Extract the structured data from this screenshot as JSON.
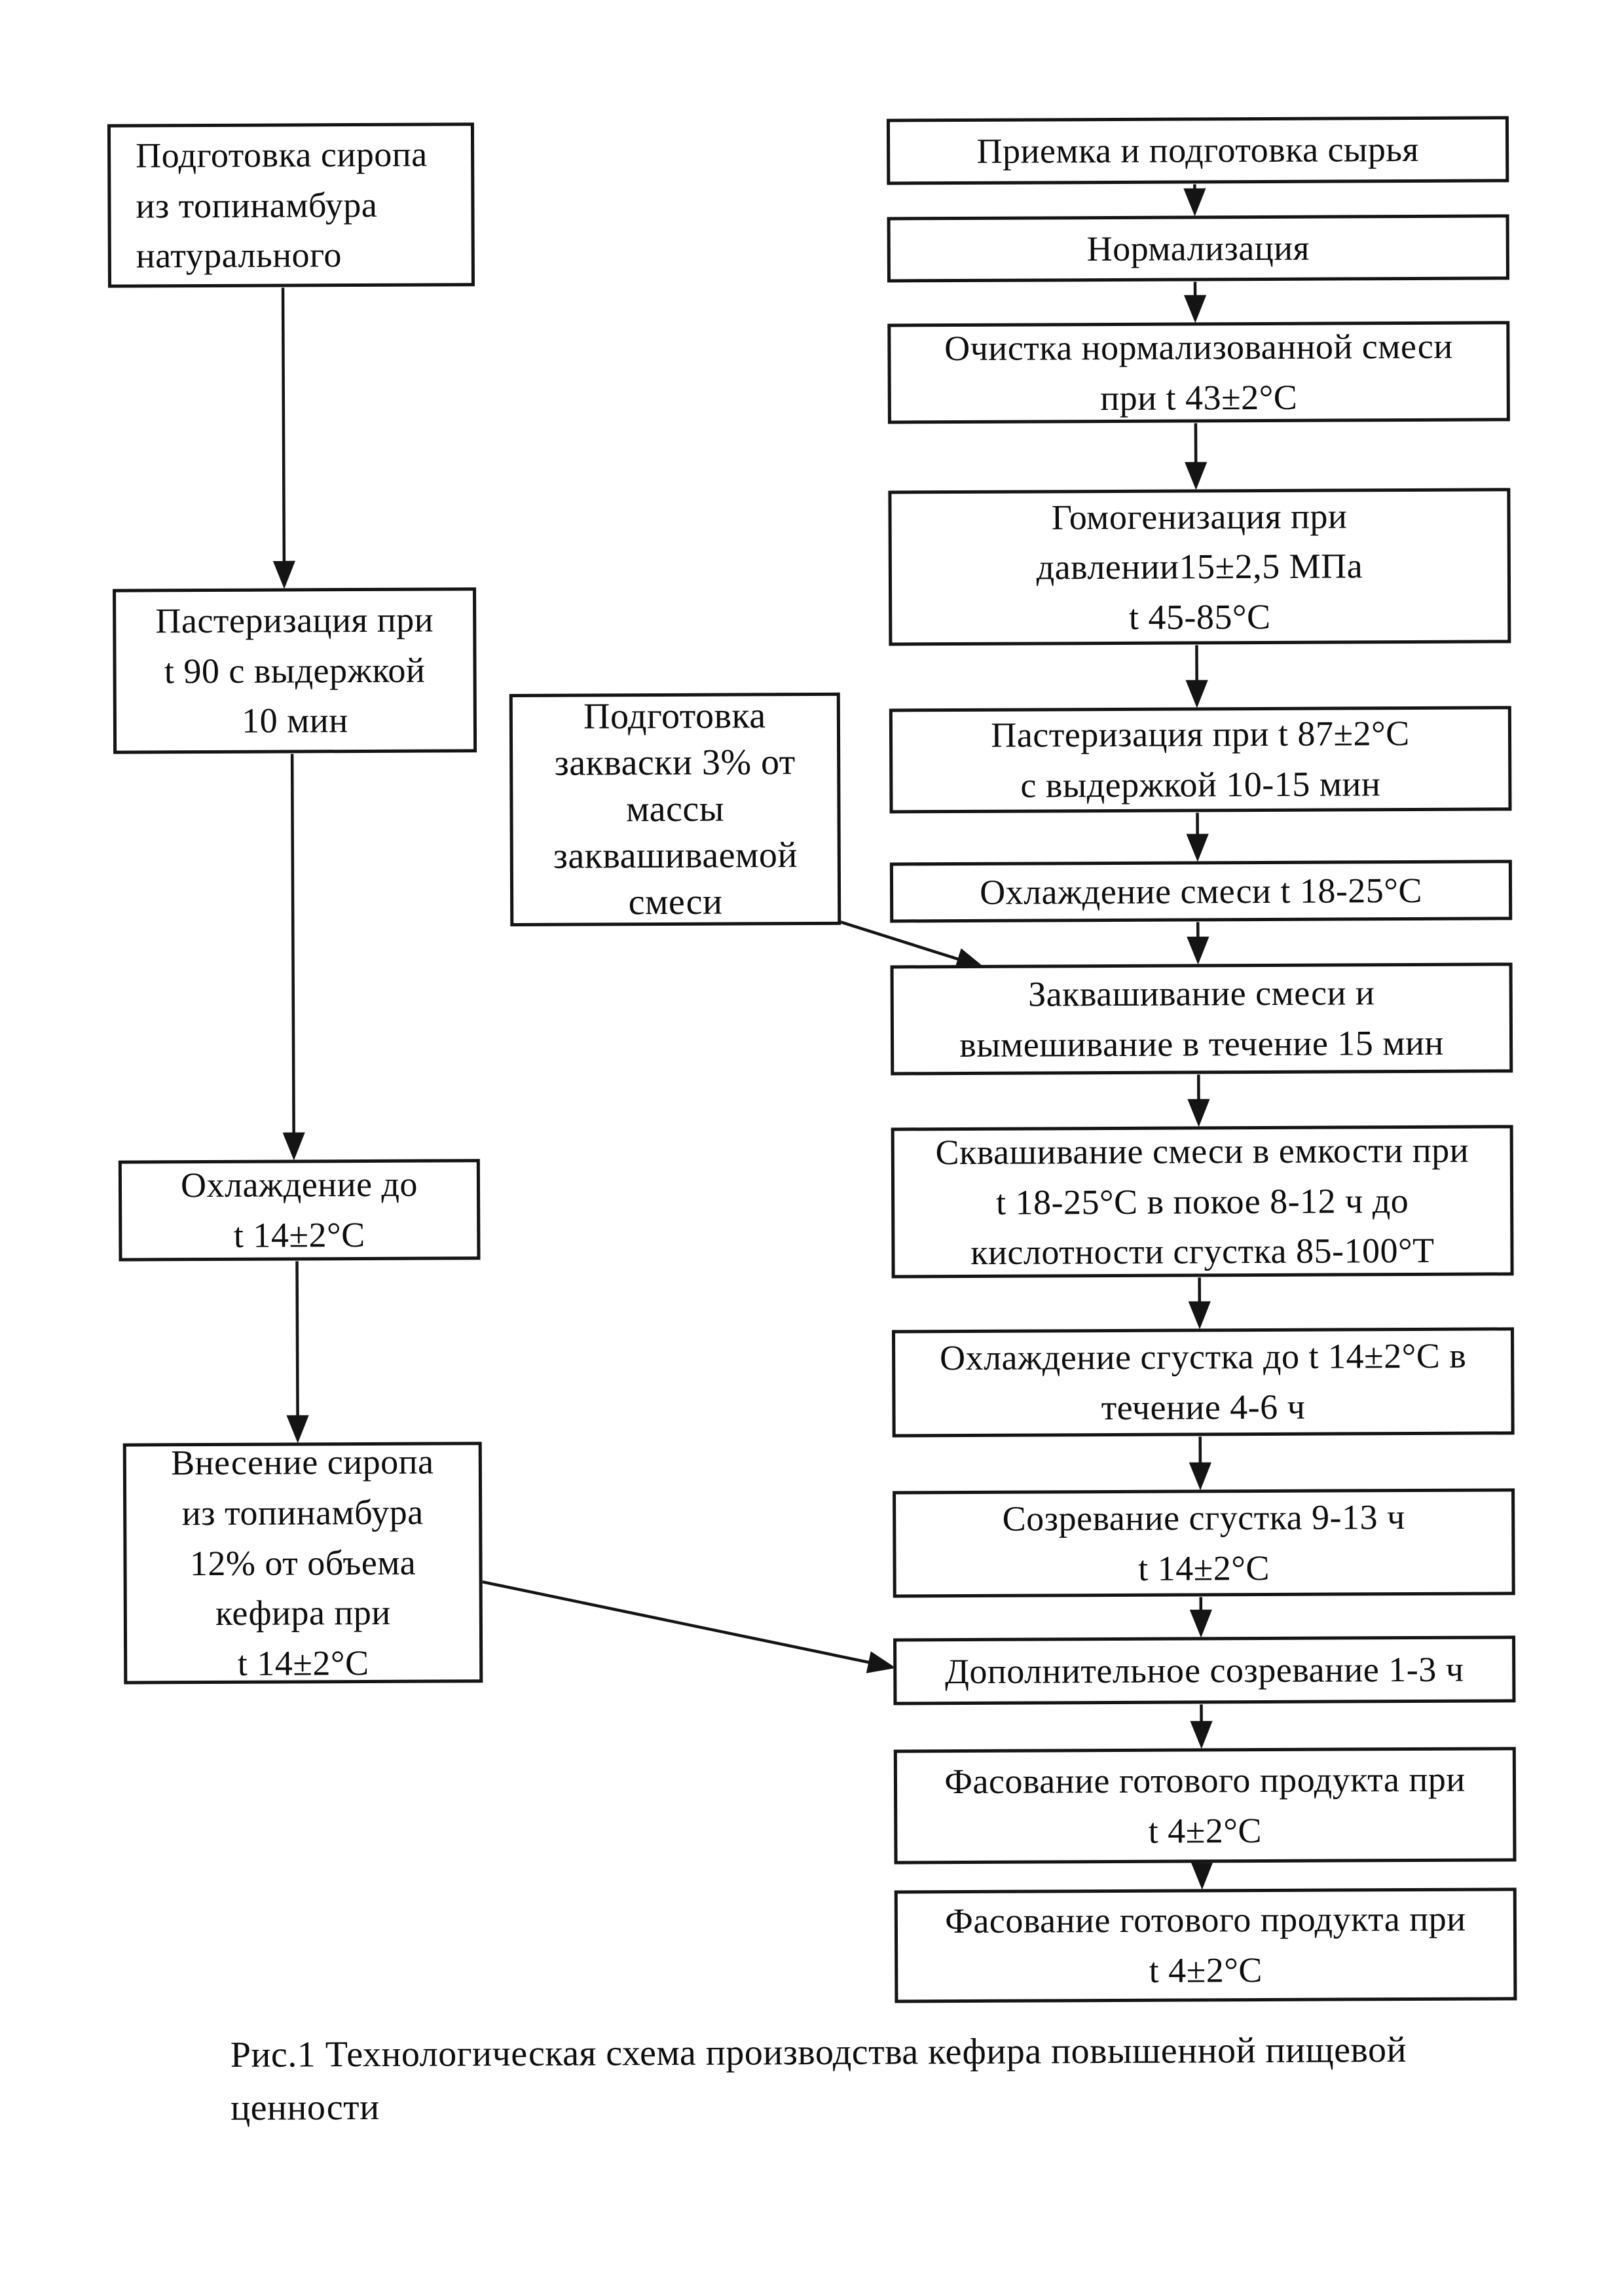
{
  "figure": {
    "caption": "Рис.1 Технологическая схема производства кефира повышенной пищевой\nценности"
  },
  "syrup_branch": {
    "syrup_prep": "Подготовка сиропа\nиз топинамбура\nнатурального",
    "pasteurization": "Пастеризация при\nt 90 с выдержкой\n10 мин",
    "cooling": "Охлаждение до\nt 14±2°С",
    "syrup_addition": "Внесение сиропа\nиз топинамбура\n12% от объема\nкефира при\nt 14±2°С"
  },
  "starter_branch": {
    "starter_prep": "Подготовка\nзакваски 3% от\nмассы\nзаквашиваемой\nсмеси"
  },
  "main_branch": {
    "raw_intake": "Приемка и подготовка сырья",
    "normalization": "Нормализация",
    "purification": "Очистка нормализованной смеси\nпри t 43±2°С",
    "homogenization": "Гомогенизация при\nдавлении15±2,5 МПа\nt 45-85°С",
    "pasteurization": "Пастеризация при t 87±2°С\nс выдержкой 10-15 мин",
    "mix_cooling": "Охлаждение смеси t 18-25°С",
    "inoculation": "Заквашивание смеси и\nвымешивание в течение 15 мин",
    "fermentation": "Сквашивание смеси в емкости при\nt 18-25°С в покое 8-12 ч до\nкислотности сгустка 85-100°Т",
    "clot_cooling": "Охлаждение сгустка до t 14±2°С в\nтечение 4-6 ч",
    "clot_ripening": "Созревание сгустка 9-13 ч\nt 14±2°С",
    "extra_ripening": "Дополнительное созревание 1-3 ч",
    "packaging_1": "Фасование готового продукта при\nt 4±2°С",
    "packaging_2": "Фасование готового продукта при\nt 4±2°С"
  },
  "colors": {
    "ink": "#141414",
    "paper": "#ffffff"
  }
}
